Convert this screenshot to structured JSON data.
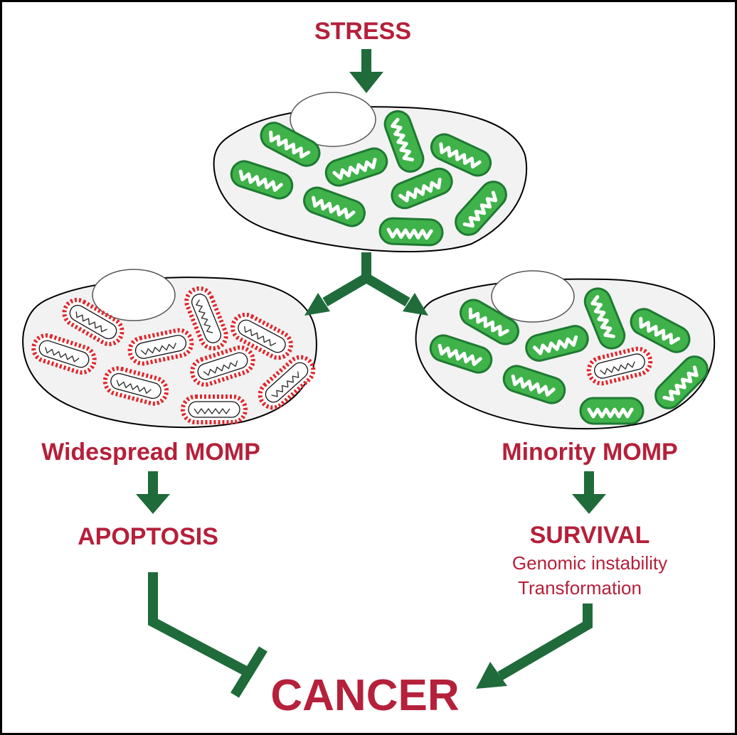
{
  "labels": {
    "top": "STRESS",
    "left_process": "Widespread MOMP",
    "right_process": "Minority MOMP",
    "left_outcome": "APOPTOSIS",
    "right_outcome": "SURVIVAL",
    "right_detail_1": "Genomic instability",
    "right_detail_2": "Transformation",
    "bottom": "CANCER"
  },
  "colors": {
    "text": "#b5203a",
    "arrow": "#1f6b3a",
    "mito_fill": "#3fb24a",
    "mito_dark": "#1e7a32",
    "momp_red": "#e0262b",
    "cell_fill": "#f2f2f2",
    "outline": "#000000"
  }
}
